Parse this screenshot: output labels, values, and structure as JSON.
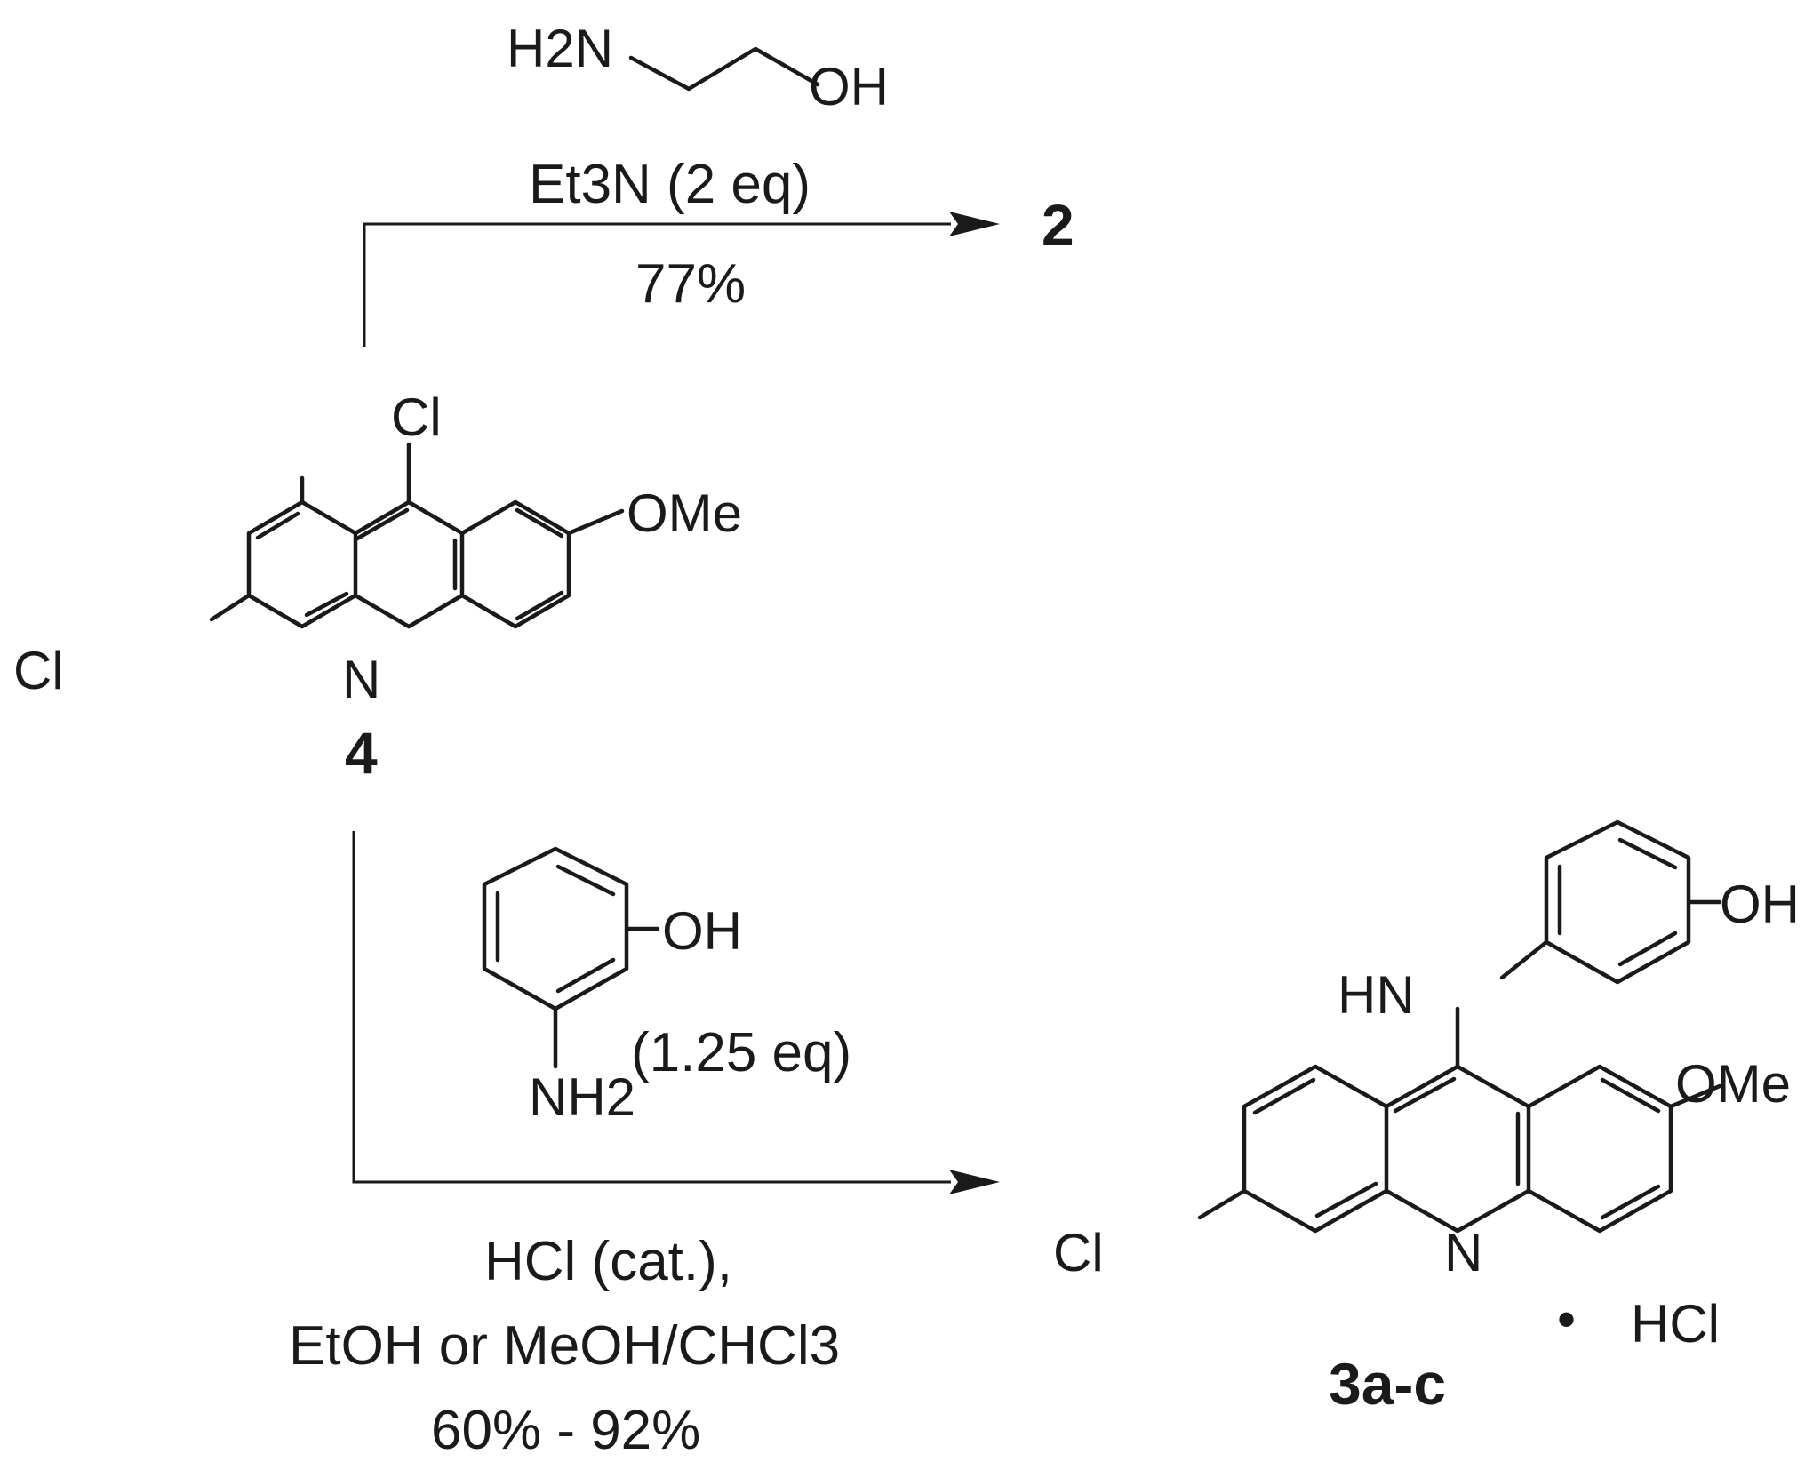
{
  "reaction_1": {
    "reagent_amine_label": "H2N",
    "reagent_hydroxyl_label": "OH",
    "condition_base": "Et3N (2 eq)",
    "yield": "77%",
    "product_number": "2"
  },
  "starting_material": {
    "substituent_top": "Cl",
    "substituent_left": "Cl",
    "substituent_right": "OMe",
    "ring_nitrogen": "N",
    "compound_number": "4"
  },
  "reaction_2": {
    "reagent_hydroxyl_label": "OH",
    "reagent_amine_label": "NH2",
    "reagent_equivalents": "(1.25 eq)",
    "condition_acid": "HCl (cat.),",
    "condition_solvent": "EtOH or MeOH/CHCl3",
    "yield_range": "60% - 92%"
  },
  "product": {
    "amine_label": "HN",
    "hydroxyl_label": "OH",
    "substituent_right": "OMe",
    "substituent_left": "Cl",
    "ring_nitrogen": "N",
    "salt_bullet": "•",
    "salt_label": "HCl",
    "compound_number": "3a-c"
  }
}
